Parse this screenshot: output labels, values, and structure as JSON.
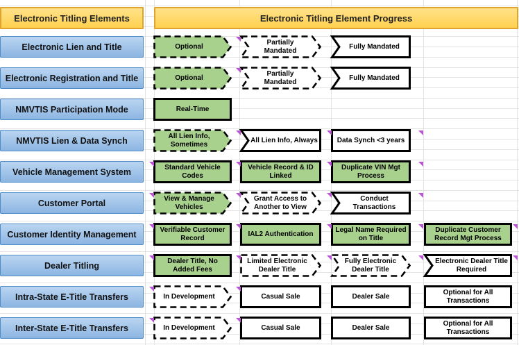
{
  "header": {
    "left": "Electronic Titling Elements",
    "right": "Electronic Titling Element Progress"
  },
  "colors": {
    "header_fill": "#FFD966",
    "header_border": "#DFA32E",
    "row_header_fill": "#9DC3E6",
    "row_header_border": "#4E8BC9",
    "shape_green": "#A9D18E",
    "shape_white": "#FFFFFF",
    "shape_border": "#000000",
    "comment_indicator": "#BA55D3",
    "gridline": "#E3E3E3"
  },
  "rows": [
    {
      "label": "Electronic Lien and Title",
      "shapes": [
        {
          "text": "Optional",
          "type": "pentagon",
          "fill": "green",
          "border": "dashed",
          "col": 0
        },
        {
          "text": "Partially Mandated",
          "type": "stream",
          "fill": "white",
          "border": "dashed",
          "col": 1
        },
        {
          "text": "Fully Mandated",
          "type": "notch",
          "fill": "white",
          "border": "solid",
          "col": 2
        }
      ],
      "comments": [
        1
      ]
    },
    {
      "label": "Electronic Registration and Title",
      "shapes": [
        {
          "text": "Optional",
          "type": "pentagon",
          "fill": "green",
          "border": "dashed",
          "col": 0
        },
        {
          "text": "Partially Mandated",
          "type": "stream",
          "fill": "white",
          "border": "dashed",
          "col": 1
        },
        {
          "text": "Fully Mandated",
          "type": "notch",
          "fill": "white",
          "border": "solid",
          "col": 2
        }
      ],
      "comments": [
        1
      ]
    },
    {
      "label": "NMVTIS Participation Mode",
      "shapes": [
        {
          "text": "Real-Time",
          "type": "rect",
          "fill": "green",
          "border": "solid",
          "col": 0
        }
      ],
      "comments": []
    },
    {
      "label": "NMVTIS Lien & Data Synch",
      "shapes": [
        {
          "text": "All Lien Info, Sometimes",
          "type": "pentagon",
          "fill": "green",
          "border": "dashed",
          "col": 0
        },
        {
          "text": "All  Lien Info, Always",
          "type": "notch",
          "fill": "white",
          "border": "solid",
          "col": 1
        },
        {
          "text": "Data Synch <3 years",
          "type": "rect",
          "fill": "white",
          "border": "solid",
          "col": 2
        }
      ],
      "comments": [
        1,
        2,
        3
      ]
    },
    {
      "label": "Vehicle Management System",
      "shapes": [
        {
          "text": "Standard Vehicle Codes",
          "type": "rect",
          "fill": "green",
          "border": "solid",
          "col": 0
        },
        {
          "text": "Vehicle Record & ID Linked",
          "type": "rect",
          "fill": "green",
          "border": "solid",
          "col": 1
        },
        {
          "text": "Duplicate VIN Mgt Process",
          "type": "rect",
          "fill": "green",
          "border": "solid",
          "col": 2
        }
      ],
      "comments": [
        0,
        1,
        2,
        3
      ]
    },
    {
      "label": "Customer Portal",
      "shapes": [
        {
          "text": "View & Manage Vehicles",
          "type": "pentagon",
          "fill": "green",
          "border": "dashed",
          "col": 0
        },
        {
          "text": "Grant Access to Another to View",
          "type": "stream",
          "fill": "white",
          "border": "dashed",
          "col": 1
        },
        {
          "text": "Conduct Transactions",
          "type": "notch",
          "fill": "white",
          "border": "solid",
          "col": 2
        }
      ],
      "comments": [
        0,
        1,
        2,
        3
      ]
    },
    {
      "label": "Customer Identity Management",
      "shapes": [
        {
          "text": "Verifiable Customer Record",
          "type": "rect",
          "fill": "green",
          "border": "solid",
          "col": 0
        },
        {
          "text": "IAL2 Authentication",
          "type": "rect",
          "fill": "green",
          "border": "solid",
          "col": 1
        },
        {
          "text": "Legal Name Required on Title",
          "type": "rect",
          "fill": "green",
          "border": "solid",
          "col": 2
        },
        {
          "text": "Duplicate Customer Record Mgt Process",
          "type": "rect",
          "fill": "green",
          "border": "solid",
          "col": 3
        }
      ],
      "comments": [
        0,
        1,
        2,
        3,
        4
      ]
    },
    {
      "label": "Dealer Titling",
      "shapes": [
        {
          "text": "Dealer Title, No Added Fees",
          "type": "rect",
          "fill": "green",
          "border": "solid",
          "col": 0
        },
        {
          "text": "Limited Electronic Dealer Title",
          "type": "pentagon",
          "fill": "white",
          "border": "dashed",
          "col": 1
        },
        {
          "text": "Fully Electronic Dealer Title",
          "type": "stream",
          "fill": "white",
          "border": "dashed",
          "col": 2
        },
        {
          "text": "Electronic Dealer Title Required",
          "type": "notch",
          "fill": "white",
          "border": "solid",
          "col": 3
        }
      ],
      "comments": [
        0,
        1,
        2,
        3,
        4
      ]
    },
    {
      "label": "Intra-State E-Title Transfers",
      "shapes": [
        {
          "text": "In Development",
          "type": "pentagon",
          "fill": "white",
          "border": "dashed",
          "col": 0
        },
        {
          "text": "Casual Sale",
          "type": "rect",
          "fill": "white",
          "border": "solid",
          "col": 1
        },
        {
          "text": "Dealer Sale",
          "type": "rect",
          "fill": "white",
          "border": "solid",
          "col": 2
        },
        {
          "text": "Optional for All Transactions",
          "type": "rect",
          "fill": "white",
          "border": "solid",
          "col": 3
        }
      ],
      "comments": [
        0,
        1
      ]
    },
    {
      "label": "Inter-State E-Title Transfers",
      "shapes": [
        {
          "text": "In Development",
          "type": "pentagon",
          "fill": "white",
          "border": "dashed",
          "col": 0
        },
        {
          "text": "Casual Sale",
          "type": "rect",
          "fill": "white",
          "border": "solid",
          "col": 1
        },
        {
          "text": "Dealer Sale",
          "type": "rect",
          "fill": "white",
          "border": "solid",
          "col": 2
        },
        {
          "text": "Optional for All Transactions",
          "type": "rect",
          "fill": "white",
          "border": "solid",
          "col": 3
        }
      ],
      "comments": [
        0,
        1
      ]
    }
  ]
}
